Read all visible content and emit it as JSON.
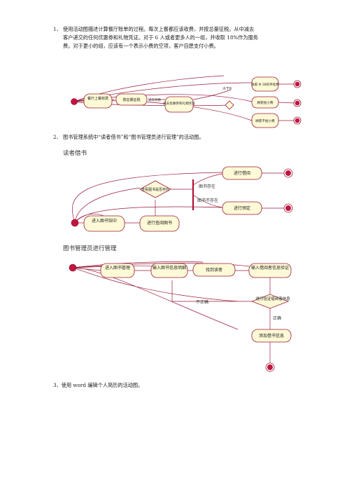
{
  "questions": {
    "q1": {
      "number": "1、",
      "lines": [
        "使用活动图描述计算餐厅账单的过程。每次上餐都应该收费，并按总量征税。从中减去",
        "客户递交的任何优惠券和礼物凭证。对于 6 人或者更多人的一组，并收取 18%作为服务",
        "费。对于更小的组，应该有一个表示小费的空项，客户自愿支付小费。"
      ]
    },
    "q2": {
      "number": "2、",
      "text": "图书管理系统中“读者借书”和“图书管理员进行管理”的活动图。"
    },
    "q3": {
      "text": "3、使用 word 编辑个人简历的活动图。"
    }
  },
  "diagram1": {
    "nodes": {
      "serve": "餐厅上餐收费",
      "tax": "按总量征税",
      "small_label": "减去优惠",
      "coupon": "减去优惠券和礼物凭证",
      "service_fee": "收取 N 18的手续费",
      "tip_yes": "顾客给小费",
      "tip_no": "顾客不给小费",
      "big_group": "大于6"
    }
  },
  "diagram2": {
    "subtitle": "读者借书",
    "nodes": {
      "enter": "进入图书馆中",
      "query": "进行查阅图书",
      "borrow": "进行借阅",
      "reserve": "进行预定",
      "exists_q": "查看图书是否存在"
    },
    "guards": {
      "exists": "图书存在",
      "not_exists": "图书不存在"
    }
  },
  "diagram3": {
    "subtitle": "图书管理员进行管理",
    "nodes": {
      "enter": "进入图书管理",
      "input_info": "输入图书信息明细",
      "find": "找到读者",
      "verify": "输入借阅者信息验证",
      "check": "进行验证借阅者信息",
      "add": "添加借书信息"
    },
    "guards": {
      "wrong": "不正确",
      "right": "正确"
    }
  }
}
